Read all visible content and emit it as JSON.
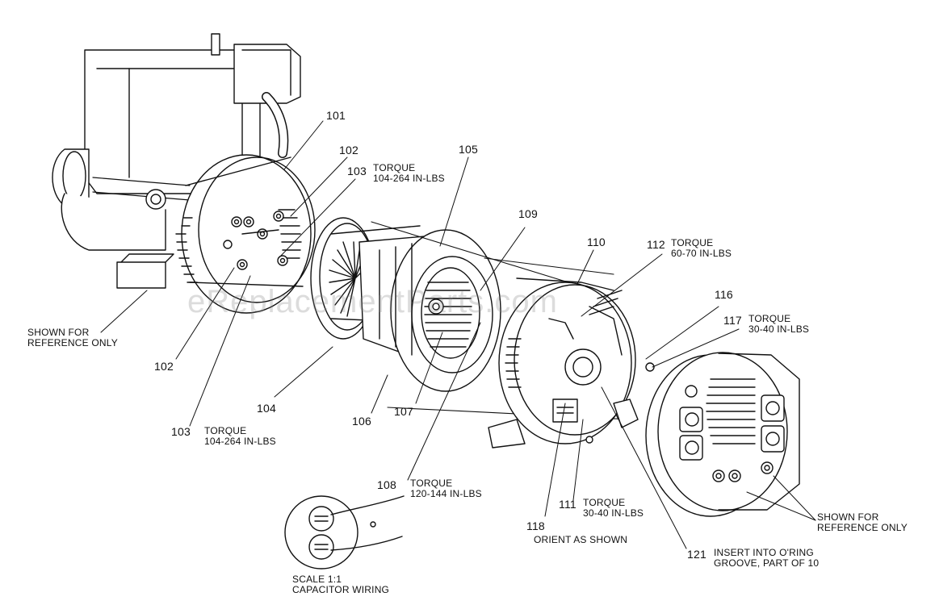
{
  "watermark": "eReplacementParts.com",
  "callouts": {
    "p101": "101",
    "p102_top": "102",
    "p103_top": "103",
    "p103_top_note": "TORQUE\n104-264 IN-LBS",
    "p105": "105",
    "p109": "109",
    "p110": "110",
    "p112": "112",
    "p112_note": "TORQUE\n60-70 IN-LBS",
    "p116": "116",
    "p117": "117",
    "p117_note": "TORQUE\n30-40 IN-LBS",
    "ref_left": "SHOWN FOR\nREFERENCE ONLY",
    "p102_bottom": "102",
    "p104": "104",
    "p106": "106",
    "p107": "107",
    "p103_bottom": "103",
    "p103_bottom_note": "TORQUE\n104-264 IN-LBS",
    "p108": "108",
    "p108_note": "TORQUE\n120-144 IN-LBS",
    "p111": "111",
    "p111_note": "TORQUE\n30-40 IN-LBS",
    "p118": "118",
    "p118_note": "ORIENT AS SHOWN",
    "p121": "121",
    "p121_note": "INSERT INTO O'RING\nGROOVE, PART OF 10",
    "ref_right": "SHOWN FOR\nREFERENCE ONLY",
    "capacitor_note": "SCALE 1:1\nCAPACITOR WIRING"
  }
}
